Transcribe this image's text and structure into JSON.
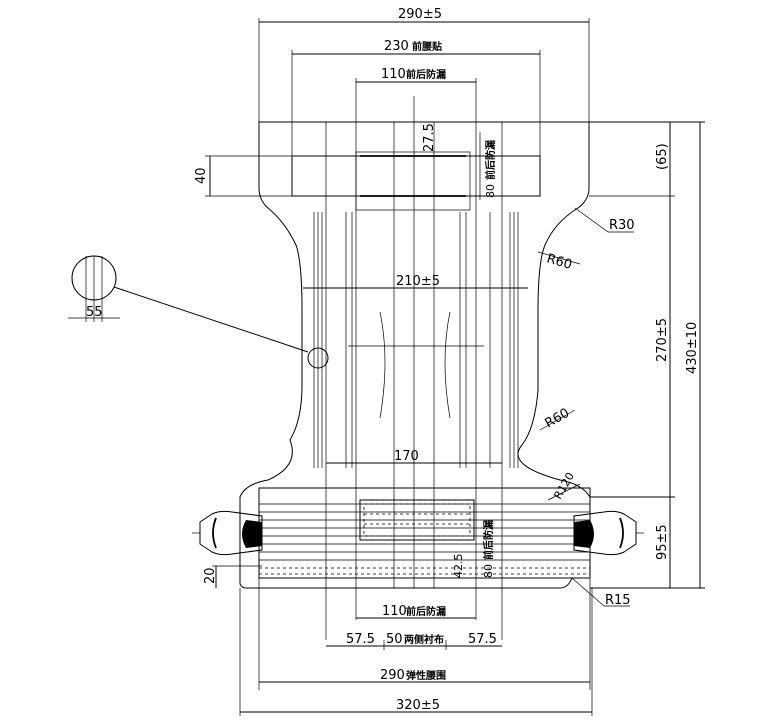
{
  "dimensions": {
    "top_width": "290±5",
    "front_waist": "230",
    "front_waist_cn": "前腰贴",
    "front_leak_top": "110",
    "front_leak_top_cn": "前后防漏",
    "leak_top_small": "27.5",
    "leak_top_side": "80",
    "leak_top_side_cn": "前后防漏",
    "left_40": "40",
    "right_65": "(65)",
    "r30": "R30",
    "r60_upper": "R60",
    "r60_lower": "R60",
    "mid_width": "210±5",
    "detail_55": "55",
    "height_270": "270±5",
    "height_430": "430±10",
    "inner_170": "170",
    "r120": "R120",
    "height_95": "95±5",
    "bottom_leak_side": "80",
    "bottom_leak_side_cn": "前后防漏",
    "bottom_leak_small": "42.5",
    "left_20": "20",
    "r15": "R15",
    "bottom_leak": "110",
    "bottom_leak_cn": "前后防漏",
    "left_57_5": "57.5",
    "center_50": "50",
    "center_50_cn": "两侧衬布",
    "right_57_5": "57.5",
    "elastic_290": "290",
    "elastic_290_cn": "弹性腰围",
    "bottom_width": "320±5"
  }
}
